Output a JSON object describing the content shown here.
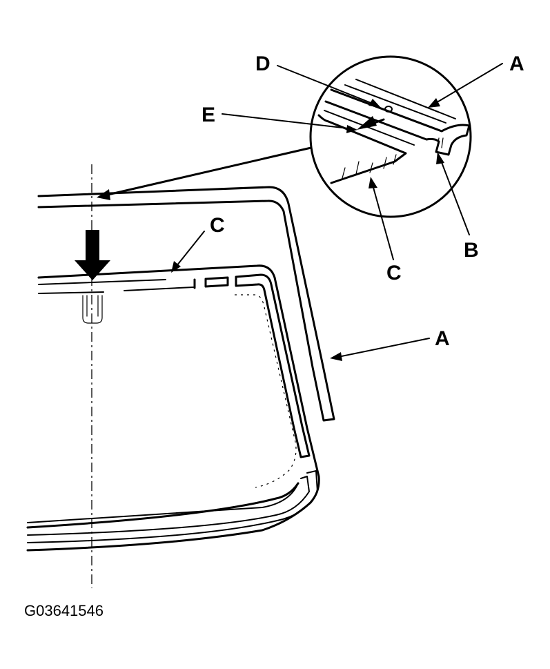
{
  "labels": {
    "a_detail": "A",
    "b_detail": "B",
    "c_detail": "C",
    "d_detail": "D",
    "e_detail": "E",
    "c_main": "C",
    "a_main": "A"
  },
  "figure_id": "G03641546"
}
